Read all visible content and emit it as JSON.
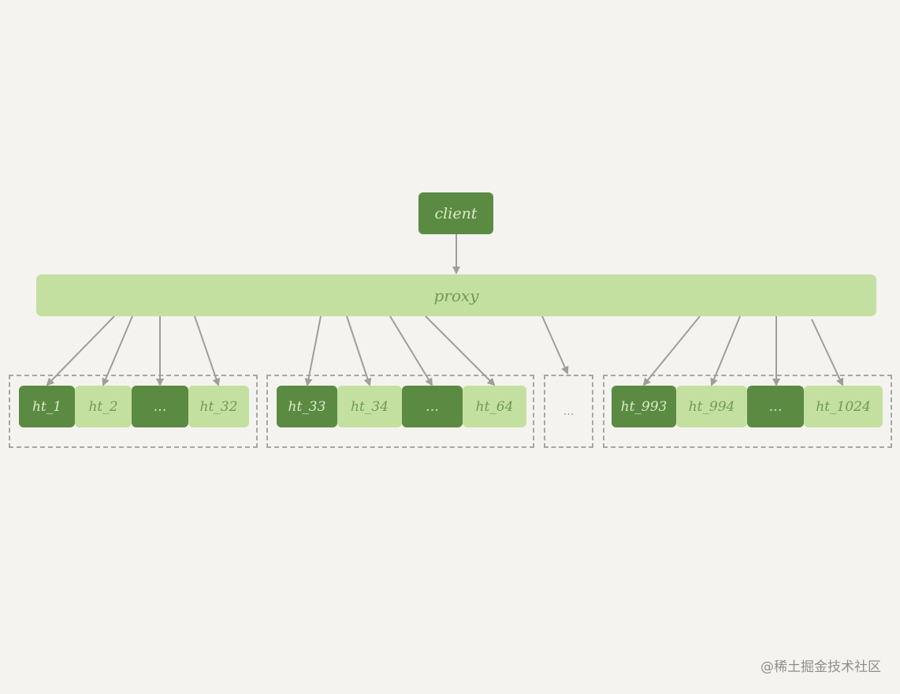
{
  "client": "client",
  "proxy": "proxy",
  "groups": [
    [
      "ht_1",
      "ht_2",
      "…",
      "ht_32"
    ],
    [
      "ht_33",
      "ht_34",
      "…",
      "ht_64"
    ],
    [
      "ht_993",
      "ht_994",
      "…",
      "ht_1024"
    ]
  ],
  "middle_ellipsis": "…",
  "watermark": "@稀土掘金技术社区",
  "colors": {
    "background": "#f4f3ef",
    "dark_green": "#5b8b43",
    "light_green": "#c4e0a0",
    "arrow": "#9e9e9c",
    "dashed_border": "#a7a7a5"
  }
}
